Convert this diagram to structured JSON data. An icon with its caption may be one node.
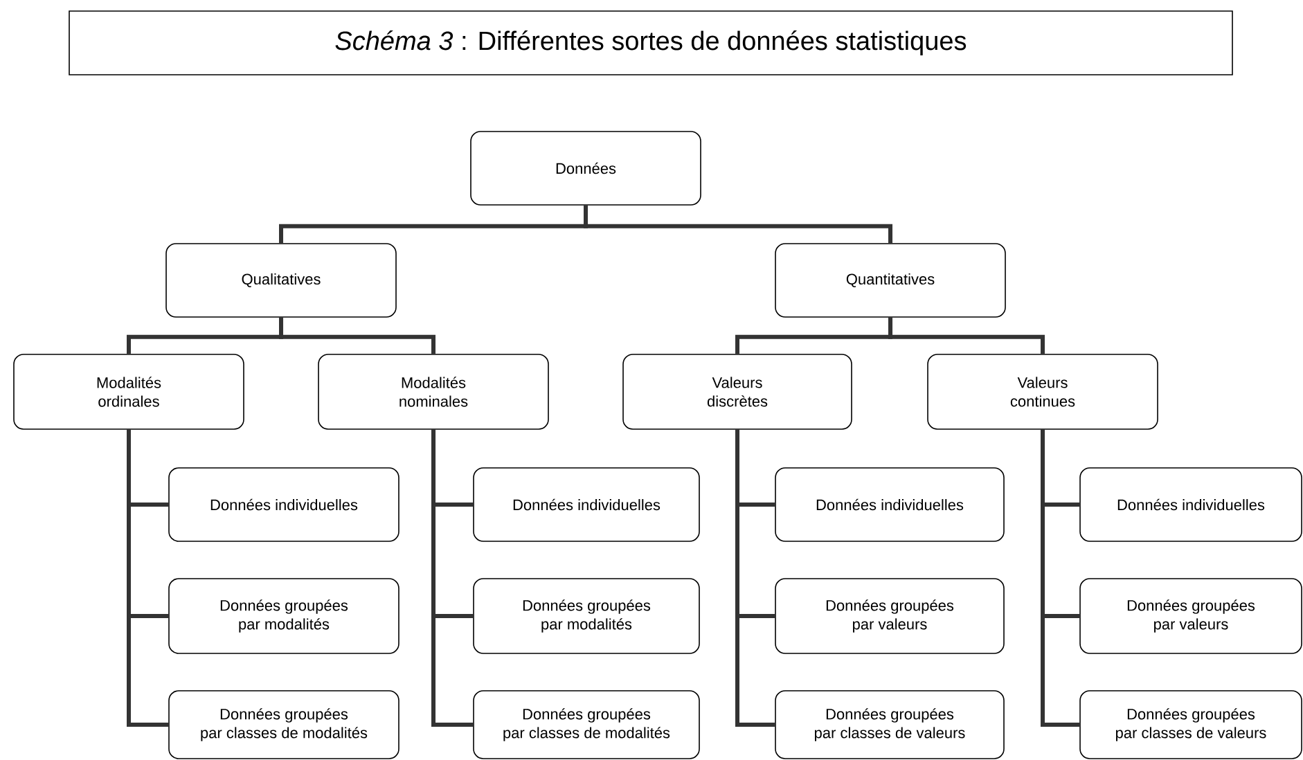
{
  "diagram": {
    "title": "*Schéma 3* : Différentes sortes de données statistiques",
    "nodes": [
      {
        "text": [
          "Données"
        ]
      },
      {
        "text": [
          "Qualitatives"
        ]
      },
      {
        "text": [
          "Quantitatives"
        ]
      },
      {
        "text": [
          "Modalités ordinales"
        ]
      },
      {
        "text": [
          "Modalités nominales"
        ]
      },
      {
        "text": [
          "Valeurs discrètes"
        ]
      },
      {
        "text": [
          "Valeurs continues"
        ]
      },
      {
        "text": [
          "Données individuelles"
        ]
      },
      {
        "text": [
          "Données groupées par modalités"
        ]
      },
      {
        "text": [
          "Données groupées par classes de modalités"
        ]
      },
      {
        "text": [
          "Données individuelles"
        ]
      },
      {
        "text": [
          "Données groupées par modalités"
        ]
      },
      {
        "text": [
          "Données groupées par classes de modalités"
        ]
      },
      {
        "text": [
          "Données individuelles"
        ]
      },
      {
        "text": [
          "Données groupées par valeurs"
        ]
      },
      {
        "text": [
          "Données groupées par classes de valeurs"
        ]
      },
      {
        "text": [
          "Données individuelles"
        ]
      },
      {
        "text": [
          "Données groupées par valeurs"
        ]
      },
      {
        "text": [
          "Données groupées par classes de valeurs"
        ]
      }
    ],
    "edges": [
      {
        "from": 0,
        "to": 1,
        "arrow": "none"
      },
      {
        "from": 0,
        "to": 2,
        "arrow": "none"
      },
      {
        "from": 1,
        "to": 3,
        "arrow": "none"
      },
      {
        "from": 1,
        "to": 4,
        "arrow": "none"
      },
      {
        "from": 2,
        "to": 5,
        "arrow": "none"
      },
      {
        "from": 2,
        "to": 6,
        "arrow": "none"
      },
      {
        "from": 3,
        "to": 7,
        "arrow": "none"
      },
      {
        "from": 3,
        "to": 8,
        "arrow": "none"
      },
      {
        "from": 3,
        "to": 9,
        "arrow": "none"
      },
      {
        "from": 4,
        "to": 10,
        "arrow": "none"
      },
      {
        "from": 4,
        "to": 11,
        "arrow": "none"
      },
      {
        "from": 4,
        "to": 12,
        "arrow": "none"
      },
      {
        "from": 5,
        "to": 13,
        "arrow": "none"
      },
      {
        "from": 5,
        "to": 14,
        "arrow": "none"
      },
      {
        "from": 5,
        "to": 15,
        "arrow": "none"
      },
      {
        "from": 6,
        "to": 16,
        "arrow": "none"
      },
      {
        "from": 6,
        "to": 17,
        "arrow": "none"
      },
      {
        "from": 6,
        "to": 18,
        "arrow": "none"
      }
    ]
  }
}
